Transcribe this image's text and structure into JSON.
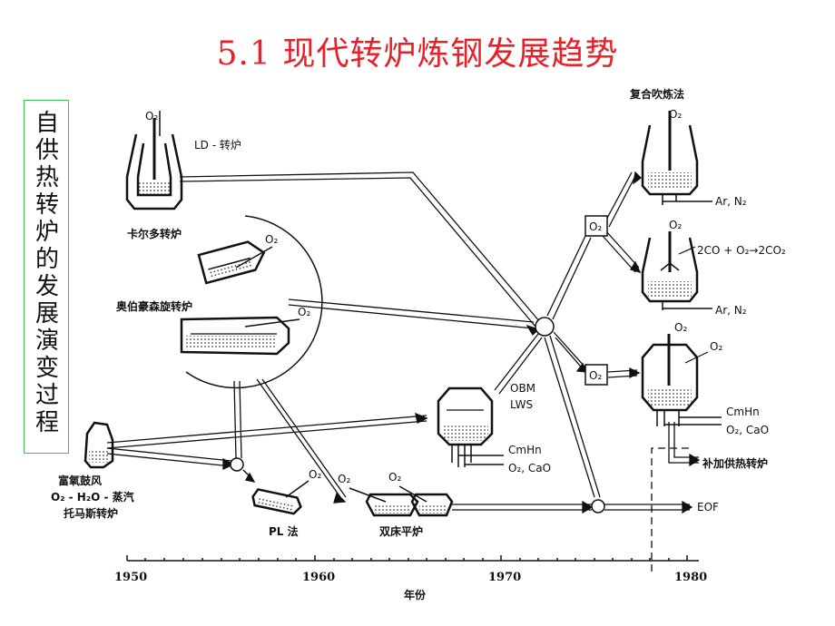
{
  "title": "5.1 现代转炉炼钢发展趋势",
  "sidebar_text": "自供热转炉的发展演变过程",
  "labels": {
    "ld": "LD - 转炉",
    "kaldo": "卡尔多转炉",
    "rotor": "奥伯豪森旋转炉",
    "thomas_1": "富氧鼓风",
    "thomas_2": "O₂ - H₂O - 蒸汽",
    "thomas_3": "托马斯转炉",
    "pl": "PL 法",
    "twin": "双床平炉",
    "obm_1": "OBM",
    "obm_2": "LWS",
    "cmhn": "CmHn",
    "o2cao": "O₂, CaO",
    "combined": "复合吹炼法",
    "arn2_1": "Ar, N₂",
    "arn2_2": "Ar, N₂",
    "post_combustion": "2CO + O₂→2CO₂",
    "cmhn2": "CmHn",
    "o2cao2": "O₂, CaO",
    "suppl": "补加供热转炉",
    "eof": "EOF",
    "o2_box1": "O₂",
    "o2_box2": "O₂",
    "o2": "O₂"
  },
  "axis": {
    "label": "年份",
    "ticks": [
      "1950",
      "1960",
      "1970",
      "1980"
    ]
  },
  "colors": {
    "title": "#e8202a",
    "sidebar_border": "#3cc24a",
    "ink": "#111111"
  }
}
